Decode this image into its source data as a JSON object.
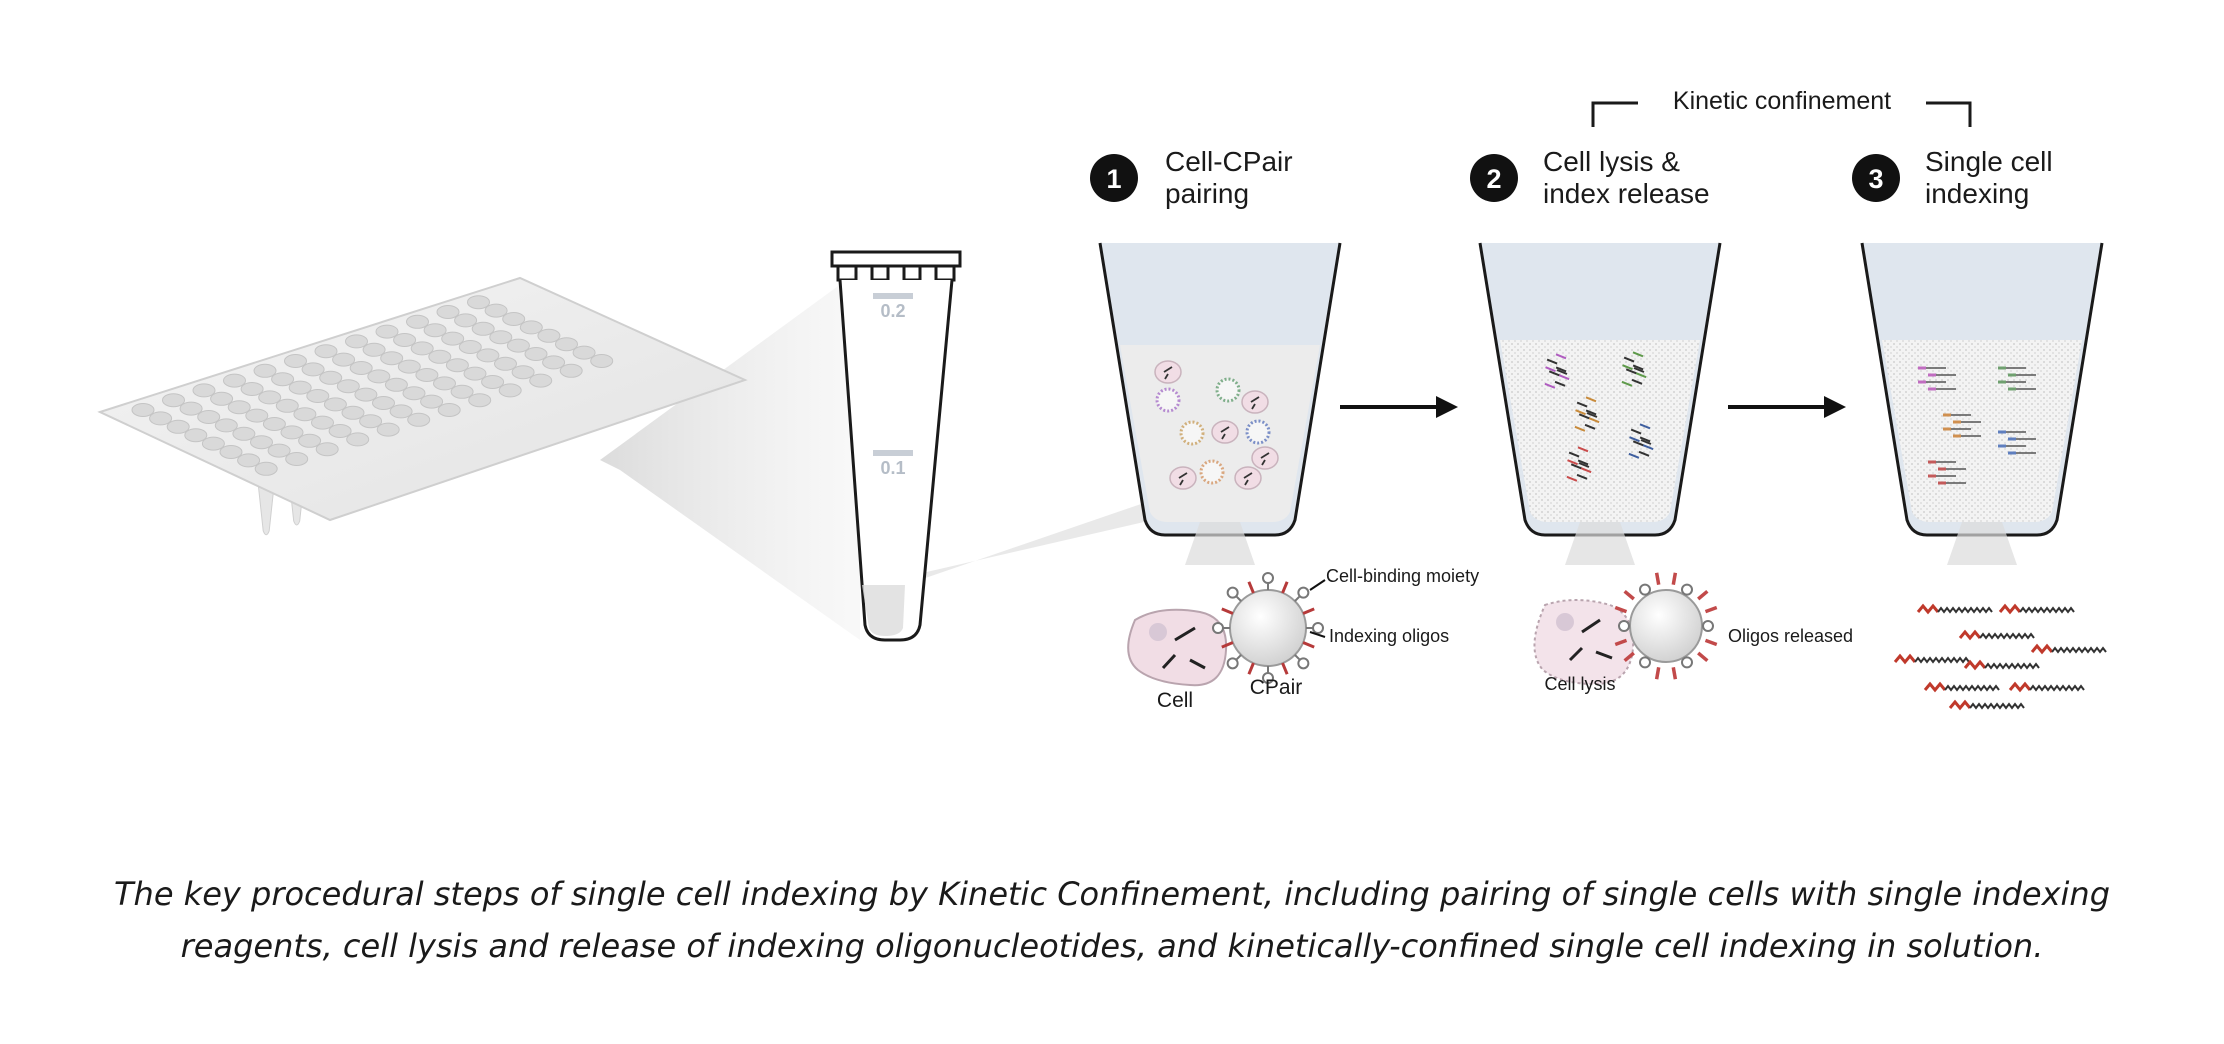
{
  "kinetic_confinement_label": "Kinetic confinement",
  "steps": [
    {
      "number": "1",
      "title_line1": "Cell-CPair",
      "title_line2": "pairing"
    },
    {
      "number": "2",
      "title_line1": "Cell lysis &",
      "title_line2": "index release"
    },
    {
      "number": "3",
      "title_line1": "Single cell",
      "title_line2": "indexing"
    }
  ],
  "tube_marks": {
    "upper": "0.2",
    "lower": "0.1"
  },
  "labels": {
    "cell_binding_moiety": "Cell-binding moiety",
    "indexing_oligos": "Indexing oligos",
    "cell": "Cell",
    "cpair": "CPair",
    "cell_lysis": "Cell lysis",
    "oligos_released": "Oligos released"
  },
  "caption_line1": "The key procedural steps of single cell indexing by Kinetic Confinement, including pairing of single cells with single indexing",
  "caption_line2": "reagents, cell lysis and release of indexing oligonucleotides, and kinetically-confined single cell indexing in solution."
}
